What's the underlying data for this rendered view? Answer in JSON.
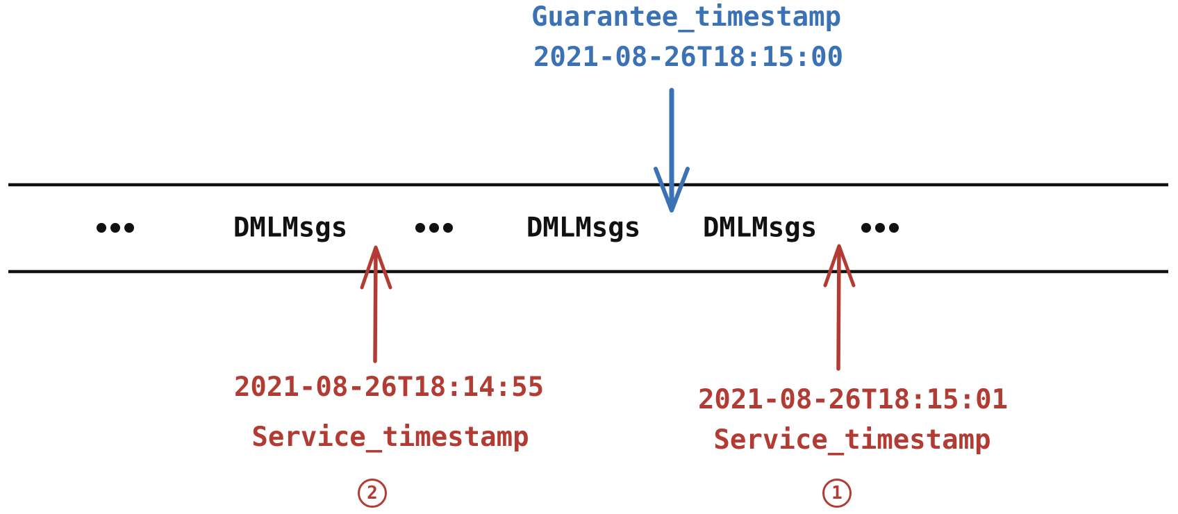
{
  "colors": {
    "accent_blue": "#3A72B5",
    "accent_red": "#B23C33",
    "ink": "#111111",
    "background": "#FFFFFF"
  },
  "guarantee_annotation": {
    "label": "Guarantee_timestamp",
    "timestamp": "2021-08-26T18:15:00"
  },
  "stream": {
    "items": [
      {
        "type": "ellipsis",
        "label": "•••"
      },
      {
        "type": "message",
        "label": "DMLMsgs"
      },
      {
        "type": "ellipsis",
        "label": "•••"
      },
      {
        "type": "message",
        "label": "DMLMsgs"
      },
      {
        "type": "message",
        "label": "DMLMsgs"
      },
      {
        "type": "ellipsis",
        "label": "•••"
      }
    ]
  },
  "service_annotations": {
    "left": {
      "timestamp": "2021-08-26T18:14:55",
      "label": "Service_timestamp",
      "marker": "2"
    },
    "right": {
      "timestamp": "2021-08-26T18:15:01",
      "label": "Service_timestamp",
      "marker": "1"
    }
  }
}
